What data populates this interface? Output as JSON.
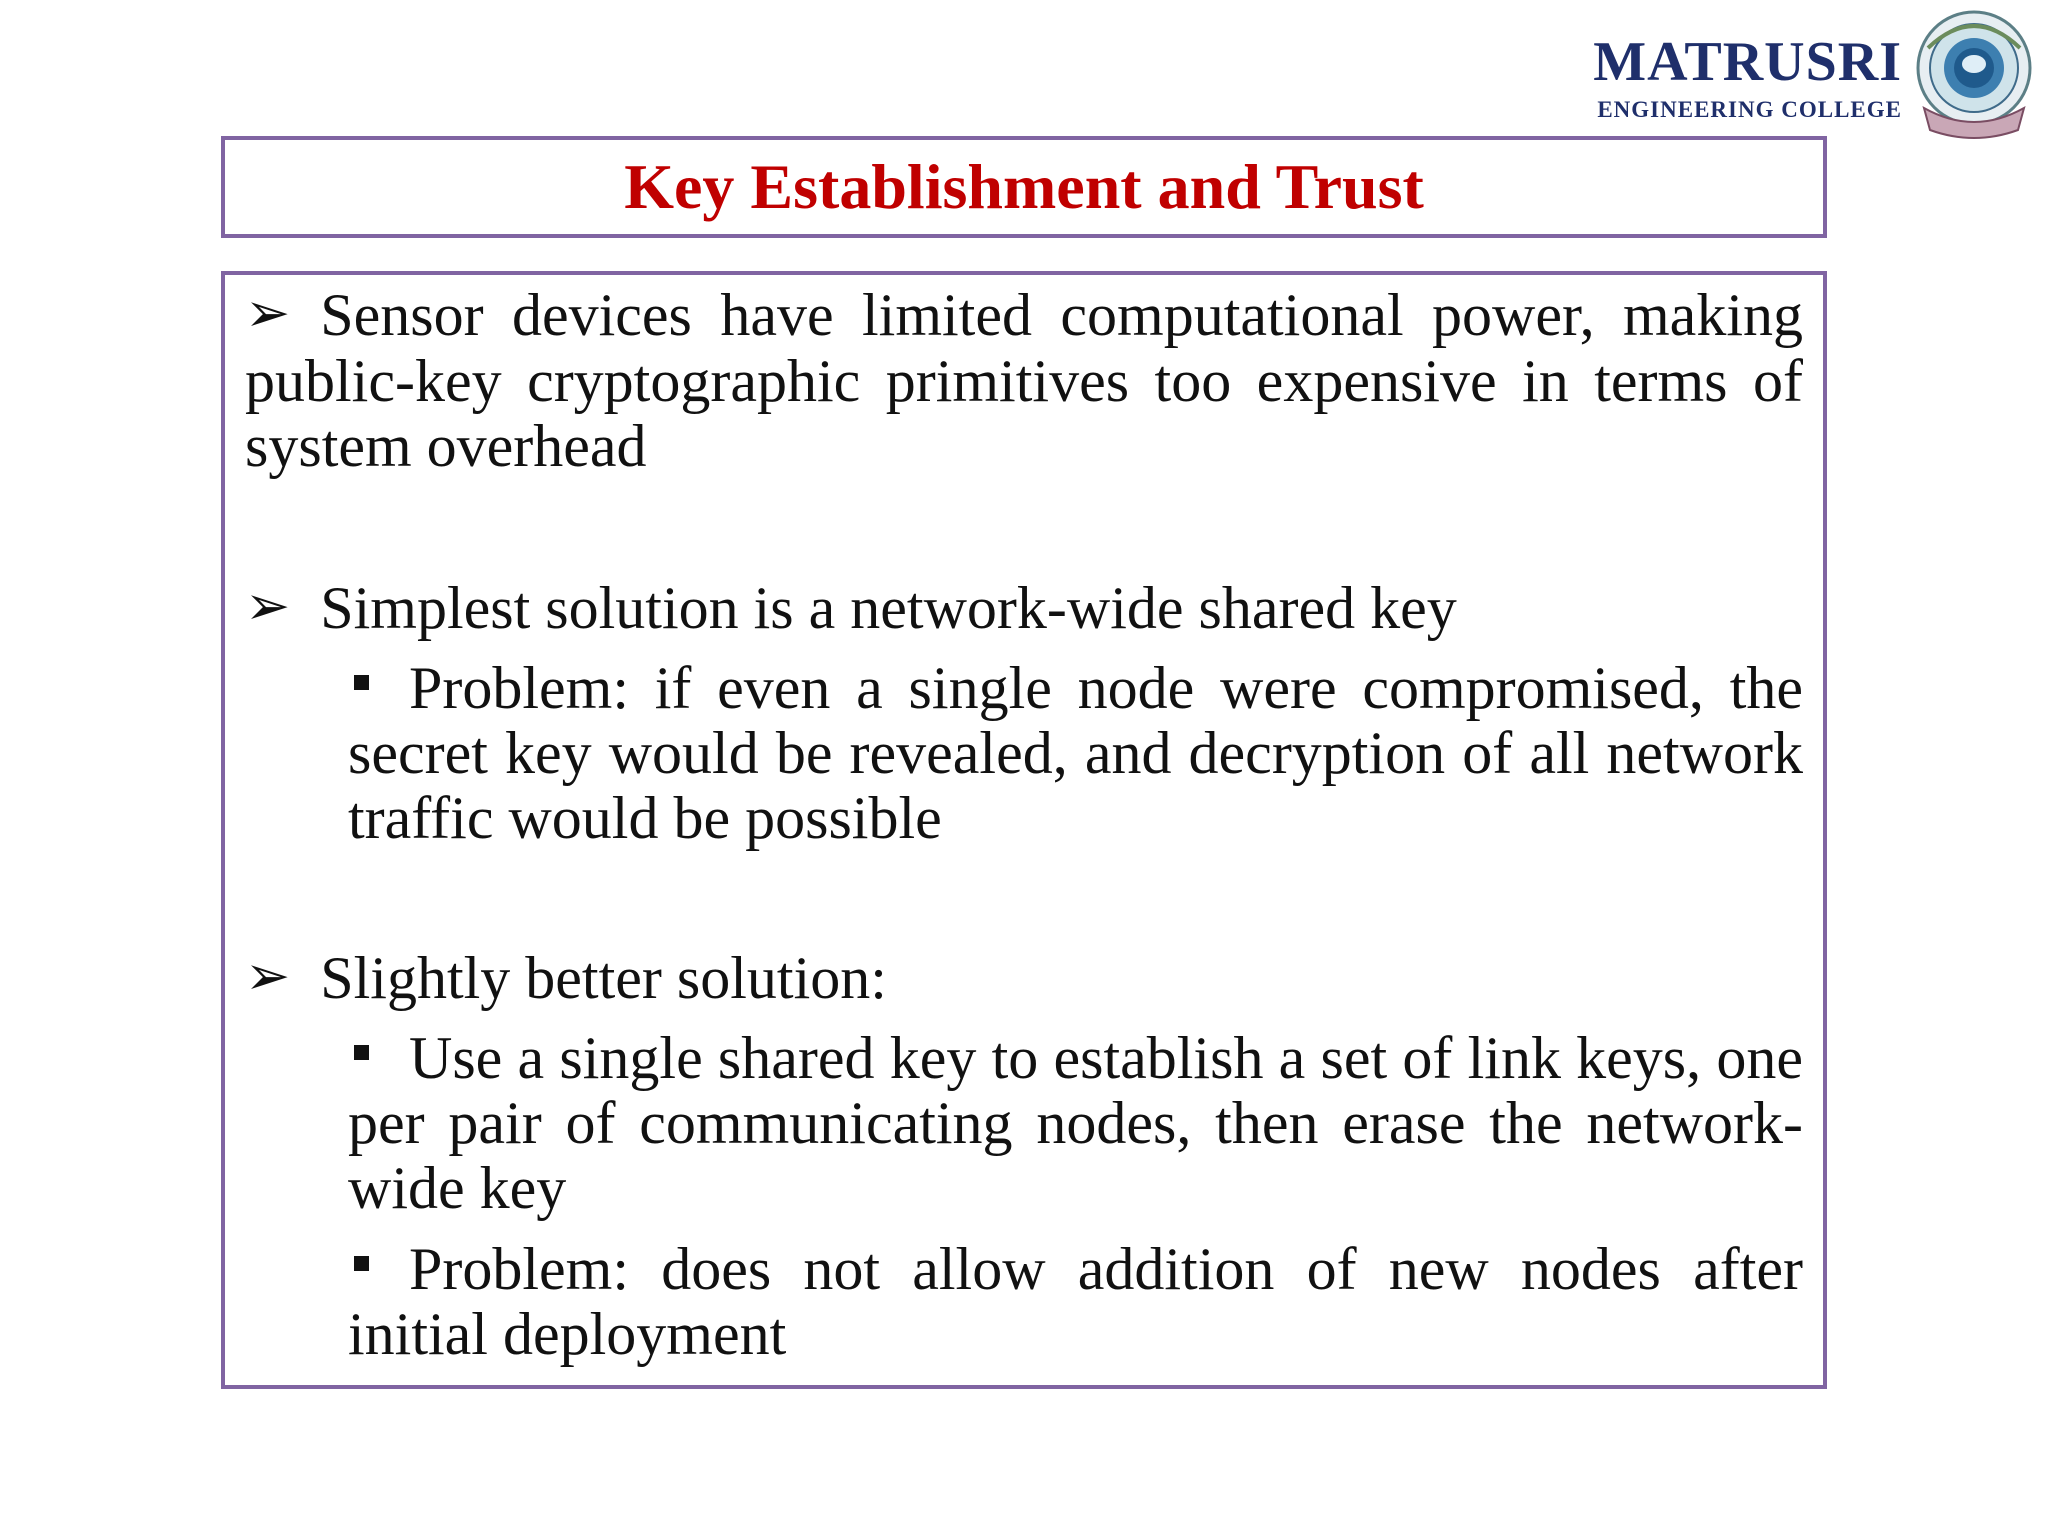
{
  "logo": {
    "name": "MATRUSRI",
    "subtitle": "ENGINEERING COLLEGE",
    "emblem_icon": "college-emblem-icon"
  },
  "title": "Key Establishment and Trust",
  "colors": {
    "title": "#c00000",
    "border": "#8064a2",
    "logo": "#1f2f6b"
  },
  "bullets": [
    {
      "text": "Sensor devices have limited computational power, making public-key cryptographic primitives too expensive in terms of system overhead",
      "subs": []
    },
    {
      "text": "Simplest solution is a network-wide shared key",
      "subs": [
        "Problem: if even a single node were compromised, the secret key would be revealed, and decryption of all network traffic would be possible"
      ]
    },
    {
      "text": "Slightly better solution:",
      "subs": [
        "Use a single shared key to establish a set of link keys, one per pair of communicating nodes, then erase the network-wide key",
        "Problem: does not allow addition of new nodes after initial deployment"
      ]
    }
  ]
}
